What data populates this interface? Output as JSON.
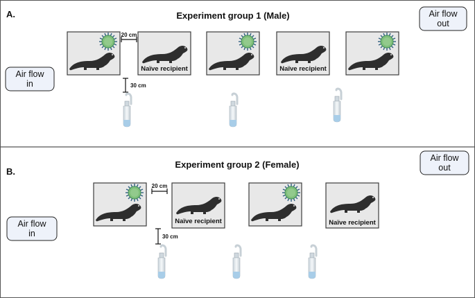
{
  "panels": [
    {
      "letter": "A.",
      "title": "Experiment group 1 (Male)",
      "air_in": [
        "Air flow",
        "in"
      ],
      "air_out": [
        "Air flow",
        "out"
      ],
      "distance_horizontal": "20 cm",
      "distance_vertical": "30 cm",
      "cages": [
        {
          "animal": "ferret-icon",
          "infected": true,
          "label": ""
        },
        {
          "animal": "ferret-icon",
          "infected": false,
          "label": "Naïve recipient"
        },
        {
          "animal": "ferret-icon",
          "infected": true,
          "label": ""
        },
        {
          "animal": "ferret-icon",
          "infected": false,
          "label": "Naïve recipient"
        },
        {
          "animal": "ferret-icon",
          "infected": true,
          "label": ""
        }
      ],
      "samplers": 3
    },
    {
      "letter": "B.",
      "title": "Experiment group 2 (Female)",
      "air_in": [
        "Air flow",
        "in"
      ],
      "air_out": [
        "Air flow",
        "out"
      ],
      "distance_horizontal": "20 cm",
      "distance_vertical": "30 cm",
      "cages": [
        {
          "animal": "ferret-icon",
          "infected": true,
          "label": ""
        },
        {
          "animal": "ferret-icon",
          "infected": false,
          "label": "Naïve recipient"
        },
        {
          "animal": "ferret-icon",
          "infected": true,
          "label": ""
        },
        {
          "animal": "ferret-icon",
          "infected": false,
          "label": "Naïve recipient"
        }
      ],
      "samplers": 3
    }
  ],
  "colors": {
    "cage_fill": "#e8e8e8",
    "cage_border": "#3c3c3c",
    "virus_fill": "#7fbf7a",
    "virus_border": "#3f8a5a",
    "virus_spikes": "#2f5f80",
    "ferret": "#2e2e2e",
    "air_box_fill": "#eef2fa",
    "air_box_border": "#222222",
    "sampler_glass": "#dde5ea",
    "sampler_liquid": "#a8cde8"
  }
}
